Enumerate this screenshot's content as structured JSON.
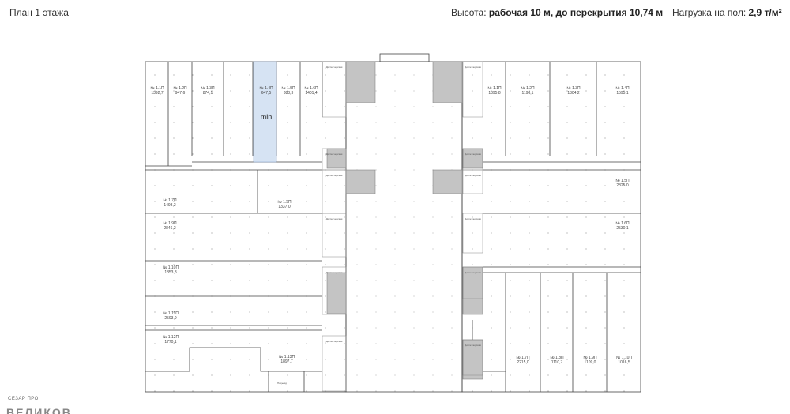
{
  "header": {
    "title": "План 1 этажа",
    "height_label": "Высота: ",
    "height_value": "рабочая 10 м, до перекрытия 10,74 м",
    "load_label": "Нагрузка на пол: ",
    "load_value": "2,9 т/м²"
  },
  "logo": {
    "small": "СЕЗАР ПРО",
    "big": "ВЕЛИКОВ"
  },
  "colors": {
    "highlight": "#d6e3f3",
    "shaded": "#c4c4c4",
    "wall": "#444444"
  },
  "min_label": "min",
  "service_label": "Диспетчерская",
  "entrance_label": "Подъезд",
  "units": [
    {
      "id": "№ 1.1П",
      "area": "1392,7"
    },
    {
      "id": "№ 1.2П",
      "area": "947,6"
    },
    {
      "id": "№ 1.3П",
      "area": "874,1"
    },
    {
      "id": "№ 1.4П",
      "area": "647,5",
      "highlight": true
    },
    {
      "id": "№ 1.5П",
      "area": "888,3"
    },
    {
      "id": "№ 1.6П",
      "area": "1401,4"
    },
    {
      "id": "№ 1.7П",
      "area": "1498,2"
    },
    {
      "id": "№ 1.5П",
      "area": "1337,0"
    },
    {
      "id": "№ 1.9П",
      "area": "2846,2"
    },
    {
      "id": "№ 1.10П",
      "area": "1853,8"
    },
    {
      "id": "№ 1.11П",
      "area": "2593,9"
    },
    {
      "id": "№ 1.12П",
      "area": "1770,1"
    },
    {
      "id": "№ 1.13П",
      "area": "1897,7"
    },
    {
      "id": "№ 1.1П",
      "area": "1395,8"
    },
    {
      "id": "№ 1.2П",
      "area": "1198,1"
    },
    {
      "id": "№ 1.3П",
      "area": "1304,2"
    },
    {
      "id": "№ 1.4П",
      "area": "1595,1"
    },
    {
      "id": "№ 1.5П",
      "area": "2825,0"
    },
    {
      "id": "№ 1.6П",
      "area": "2530,1"
    },
    {
      "id": "№ 1.7П",
      "area": "2215,0"
    },
    {
      "id": "№ 1.8П",
      "area": "1110,7"
    },
    {
      "id": "№ 1.9П",
      "area": "1109,0"
    },
    {
      "id": "№ 1.10П",
      "area": "1016,5"
    }
  ]
}
